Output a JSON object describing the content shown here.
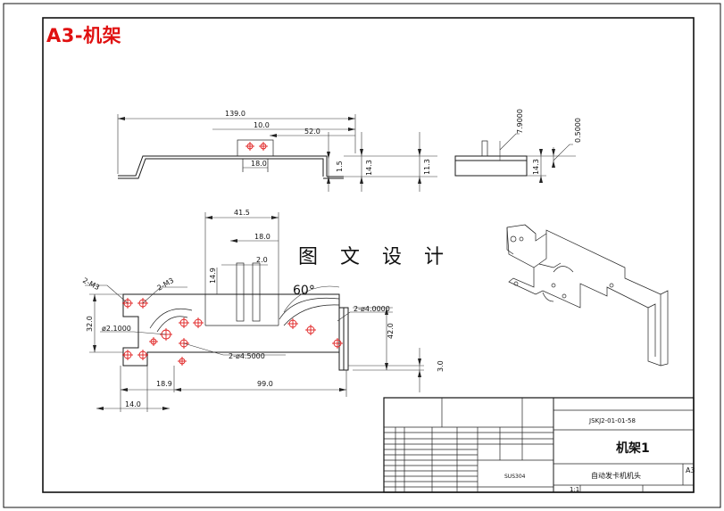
{
  "sheet": {
    "title_tag": "A3-机架",
    "watermark": "图 文 设 计"
  },
  "top_view_dims": {
    "overall": "139.0",
    "d10": "10.0",
    "d52": "52.0",
    "d18": "18.0",
    "d1_5": "1.5",
    "d14_3": "14.3",
    "d11_3": "11.3"
  },
  "side_view_dims": {
    "d7_9": "7.9000",
    "d0_5": "0.5000",
    "d14_3": "14.3"
  },
  "front_view_dims": {
    "d41_5": "41.5",
    "d18": "18.0",
    "d2": "2.0",
    "d14_9": "14.9",
    "angle": "60°",
    "thread_a": "2-M3",
    "thread_b": "2-M3",
    "hole_a": "2-ø4.0000",
    "hole_b": "ø2.1000",
    "hole_c": "2-ø4.5000",
    "d32": "32.0",
    "d42": "42.0",
    "d3": "3.0",
    "d18_9": "18.9",
    "d99": "99.0",
    "d14": "14.0"
  },
  "title_block": {
    "drawing_no": "JSKJ2-01-01-58",
    "part_name": "机架1",
    "material": "SUS304",
    "assembly": "自动发卡机机头",
    "sheet_size": "A3",
    "scale": "1:1"
  }
}
